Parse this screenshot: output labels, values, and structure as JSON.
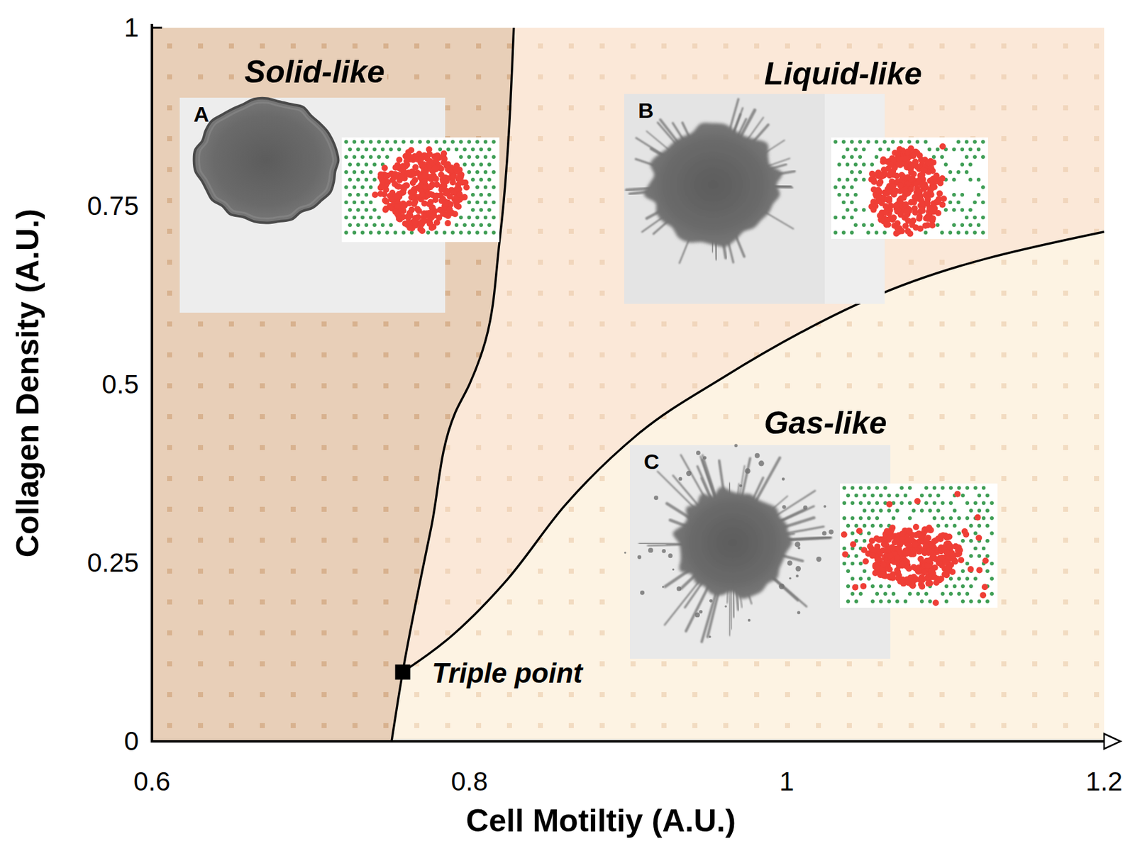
{
  "diagram": {
    "nodes": [
      {
        "text": [
          "A"
        ]
      },
      {
        "text": [
          "B"
        ]
      },
      {
        "text": [
          "C"
        ]
      }
    ],
    "labels": [
      "Solid-like",
      "Liquid-like",
      "Gas-like",
      "Triple point",
      "1",
      "0.75",
      "0.5",
      "0.25",
      "0",
      "0.6",
      "0.8",
      "1",
      "1.2",
      "Collagen Density (A.U.)",
      "Cell Motiltiy (A.U.)"
    ]
  }
}
